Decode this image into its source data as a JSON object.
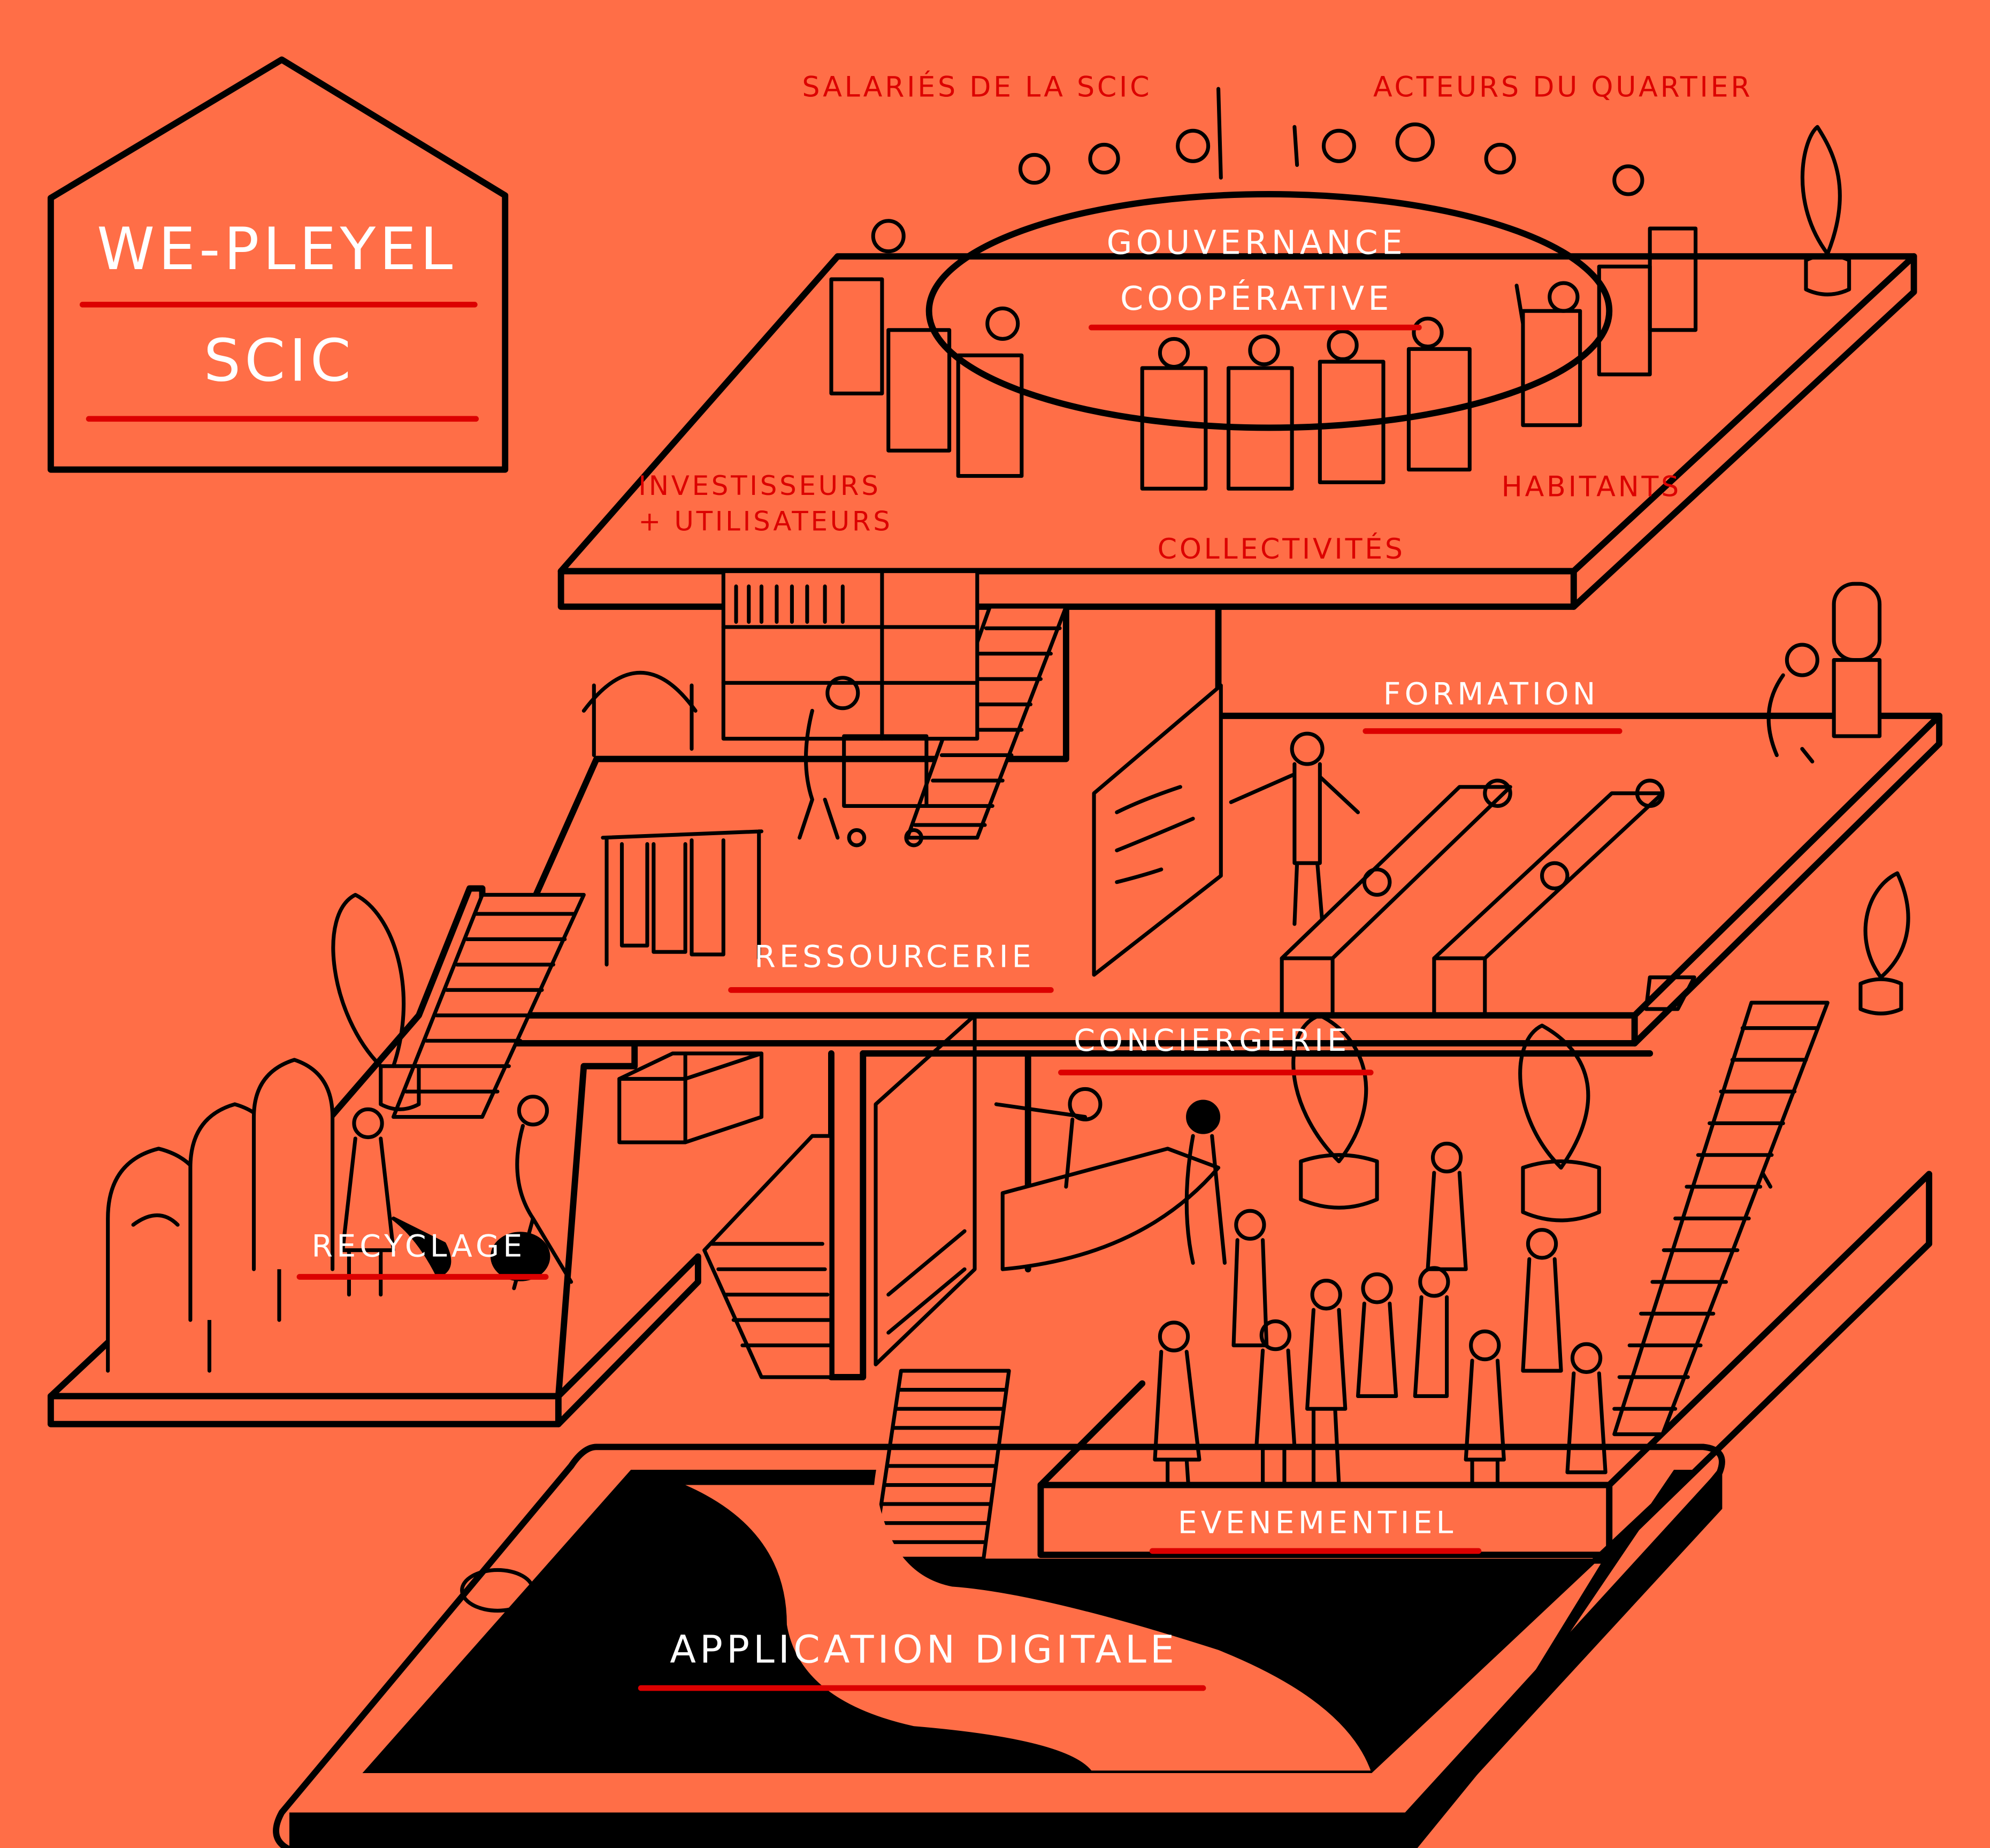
{
  "title": {
    "line1": "WE-PLEYEL",
    "line2": "SCIC"
  },
  "colors": {
    "background": "#FF6E47",
    "ink": "#000000",
    "accent_red": "#DC0000",
    "label_white": "#FFFFFF"
  },
  "stakeholders": {
    "salaries": "SALARIÉS DE LA SCIC",
    "acteurs": "ACTEURS DU QUARTIER",
    "investisseurs_line1": "INVESTISSEURS",
    "investisseurs_line2": "+ UTILISATEURS",
    "collectivites": "COLLECTIVITÉS",
    "habitants": "HABITANTS"
  },
  "zones": {
    "gouvernance_line1": "GOUVERNANCE",
    "gouvernance_line2": "COOPÉRATIVE",
    "formation": "FORMATION",
    "ressourcerie": "RESSOURCERIE",
    "conciergerie": "CONCIERGERIE",
    "recyclage": "RECYCLAGE",
    "evenementiel": "EVENEMENTIEL",
    "application": "APPLICATION DIGITALE"
  }
}
